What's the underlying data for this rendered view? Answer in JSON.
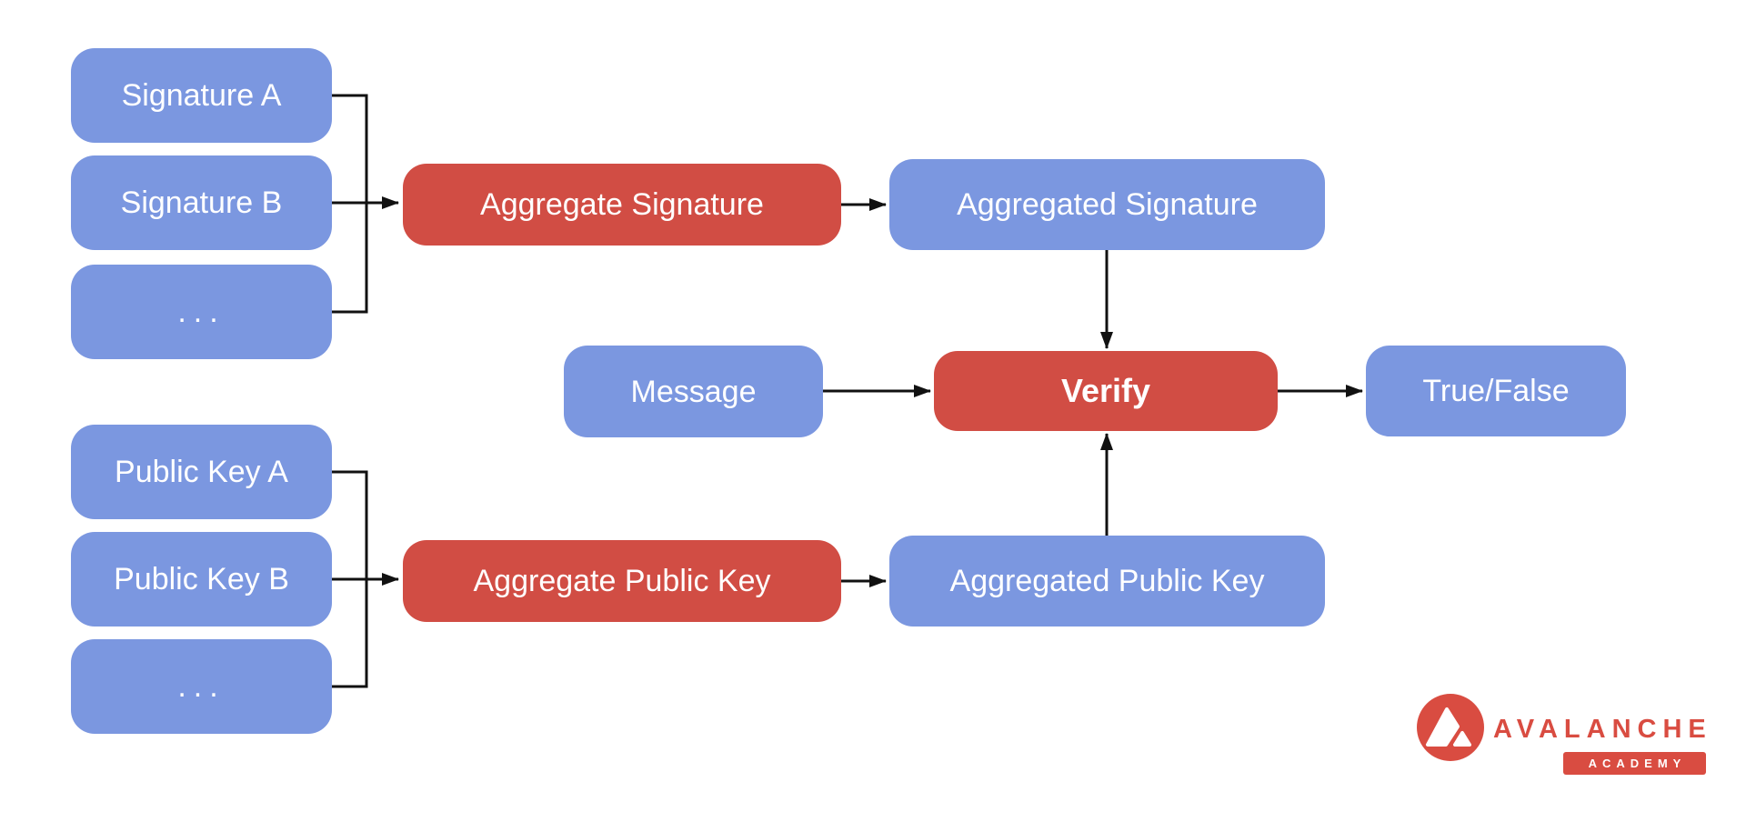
{
  "nodes": {
    "signature_a": "Signature A",
    "signature_b": "Signature B",
    "signature_more": "...",
    "public_key_a": "Public Key A",
    "public_key_b": "Public Key B",
    "public_key_more": "...",
    "aggregate_signature": "Aggregate Signature",
    "aggregate_public_key": "Aggregate Public Key",
    "aggregated_signature": "Aggregated Signature",
    "aggregated_public_key": "Aggregated Public Key",
    "message": "Message",
    "verify": "Verify",
    "true_false": "True/False"
  },
  "logo": {
    "brand": "AVALANCHE",
    "badge": "ACADEMY",
    "mark": "avalanche-triangle-icon"
  },
  "colors": {
    "node_blue": "#7B97E0",
    "node_red": "#D14D44",
    "logo_red": "#D94C41",
    "connector": "#111111",
    "node_text": "#FFFFFF",
    "background": "#FFFFFF"
  }
}
